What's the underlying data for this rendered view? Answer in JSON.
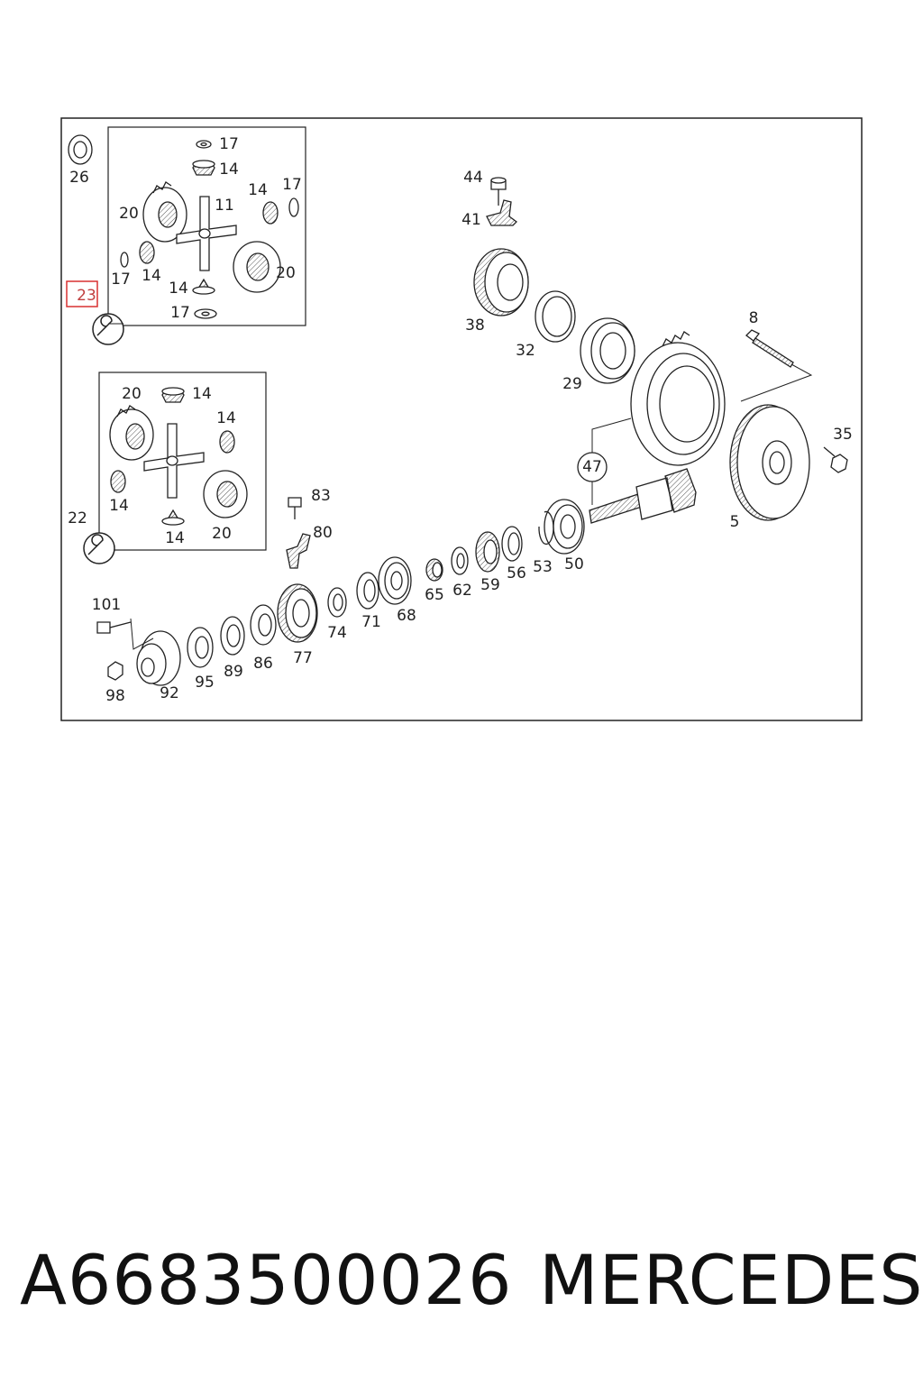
{
  "diagram": {
    "callouts": [
      {
        "id": "c26",
        "text": "26"
      },
      {
        "id": "c23",
        "text": "23"
      },
      {
        "id": "c22",
        "text": "22"
      },
      {
        "id": "c17a",
        "text": "17"
      },
      {
        "id": "c14a",
        "text": "14"
      },
      {
        "id": "c14b",
        "text": "14"
      },
      {
        "id": "c17b",
        "text": "17"
      },
      {
        "id": "c20a",
        "text": "20"
      },
      {
        "id": "c11",
        "text": "11"
      },
      {
        "id": "c17c",
        "text": "17"
      },
      {
        "id": "c14c",
        "text": "14"
      },
      {
        "id": "c20b",
        "text": "20"
      },
      {
        "id": "c14d",
        "text": "14"
      },
      {
        "id": "c17d",
        "text": "17"
      },
      {
        "id": "c20c",
        "text": "20"
      },
      {
        "id": "c14e",
        "text": "14"
      },
      {
        "id": "c14f",
        "text": "14"
      },
      {
        "id": "c14g",
        "text": "14"
      },
      {
        "id": "c14h",
        "text": "14"
      },
      {
        "id": "c20d",
        "text": "20"
      },
      {
        "id": "c44",
        "text": "44"
      },
      {
        "id": "c41",
        "text": "41"
      },
      {
        "id": "c38",
        "text": "38"
      },
      {
        "id": "c32",
        "text": "32"
      },
      {
        "id": "c29",
        "text": "29"
      },
      {
        "id": "c8",
        "text": "8"
      },
      {
        "id": "c35",
        "text": "35"
      },
      {
        "id": "c47",
        "text": "47"
      },
      {
        "id": "c5",
        "text": "5"
      },
      {
        "id": "c83",
        "text": "83"
      },
      {
        "id": "c80",
        "text": "80"
      },
      {
        "id": "c50",
        "text": "50"
      },
      {
        "id": "c53",
        "text": "53"
      },
      {
        "id": "c56",
        "text": "56"
      },
      {
        "id": "c59",
        "text": "59"
      },
      {
        "id": "c62",
        "text": "62"
      },
      {
        "id": "c65",
        "text": "65"
      },
      {
        "id": "c68",
        "text": "68"
      },
      {
        "id": "c71",
        "text": "71"
      },
      {
        "id": "c74",
        "text": "74"
      },
      {
        "id": "c77",
        "text": "77"
      },
      {
        "id": "c86",
        "text": "86"
      },
      {
        "id": "c89",
        "text": "89"
      },
      {
        "id": "c95",
        "text": "95"
      },
      {
        "id": "c92",
        "text": "92"
      },
      {
        "id": "c98",
        "text": "98"
      },
      {
        "id": "c101",
        "text": "101"
      }
    ],
    "highlight_color": "#d93030"
  },
  "footer": {
    "part_number": "A6683500026",
    "brand": "MERCEDES"
  }
}
